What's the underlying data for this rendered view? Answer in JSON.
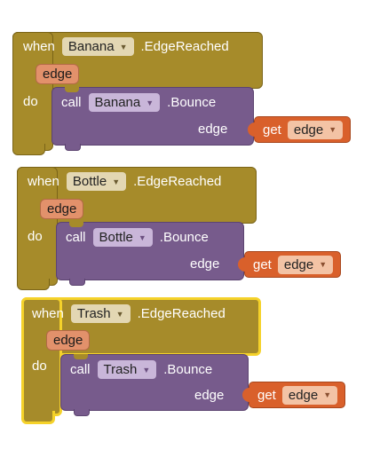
{
  "blocks": [
    {
      "event": {
        "when": "when",
        "component": "Banana",
        "name": ".EdgeReached",
        "param": "edge",
        "do": "do"
      },
      "call": {
        "keyword": "call",
        "component": "Banana",
        "method": ".Bounce",
        "arg": "edge"
      },
      "get": {
        "keyword": "get",
        "var": "edge"
      }
    },
    {
      "event": {
        "when": "when",
        "component": "Bottle",
        "name": ".EdgeReached",
        "param": "edge",
        "do": "do"
      },
      "call": {
        "keyword": "call",
        "component": "Bottle",
        "method": ".Bounce",
        "arg": "edge"
      },
      "get": {
        "keyword": "get",
        "var": "edge"
      }
    },
    {
      "event": {
        "when": "when",
        "component": "Trash",
        "name": ".EdgeReached",
        "param": "edge",
        "do": "do"
      },
      "call": {
        "keyword": "call",
        "component": "Trash",
        "method": ".Bounce",
        "arg": "edge"
      },
      "get": {
        "keyword": "get",
        "var": "edge"
      }
    }
  ],
  "colors": {
    "event_block": "#a68b2a",
    "call_block": "#775b8c",
    "get_block": "#d9602b",
    "param": "#e2916b",
    "selection_outline": "#f5d22a"
  },
  "icons": {
    "dropdown": "chevron-down-icon"
  }
}
